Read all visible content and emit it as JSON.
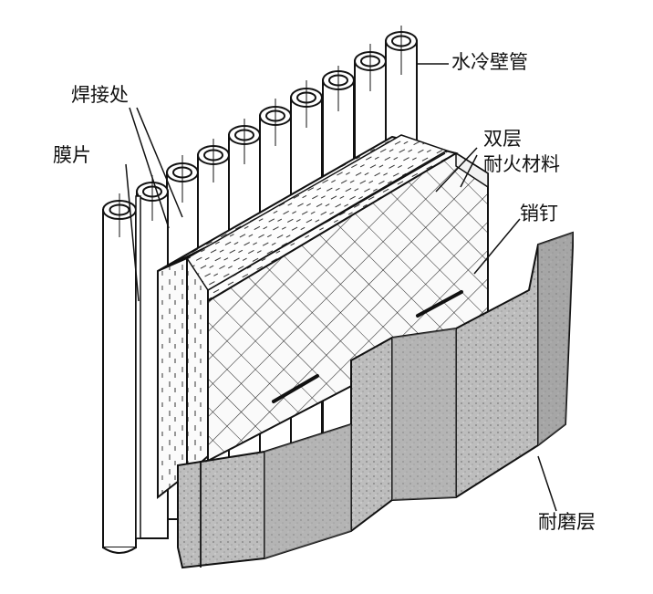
{
  "labels": {
    "water_wall_tube": "水冷壁管",
    "weld_joint": "焊接处",
    "fin": "膜片",
    "double_layer_refractory_line1": "双层",
    "double_layer_refractory_line2": "耐火材料",
    "pin": "销钉",
    "wear_layer": "耐磨层"
  },
  "colors": {
    "ink": "#111111",
    "wear_layer_fill": "#bdbdbd",
    "wear_layer_dark": "#8f8f8f",
    "refractory_fill": "#fafafa"
  }
}
